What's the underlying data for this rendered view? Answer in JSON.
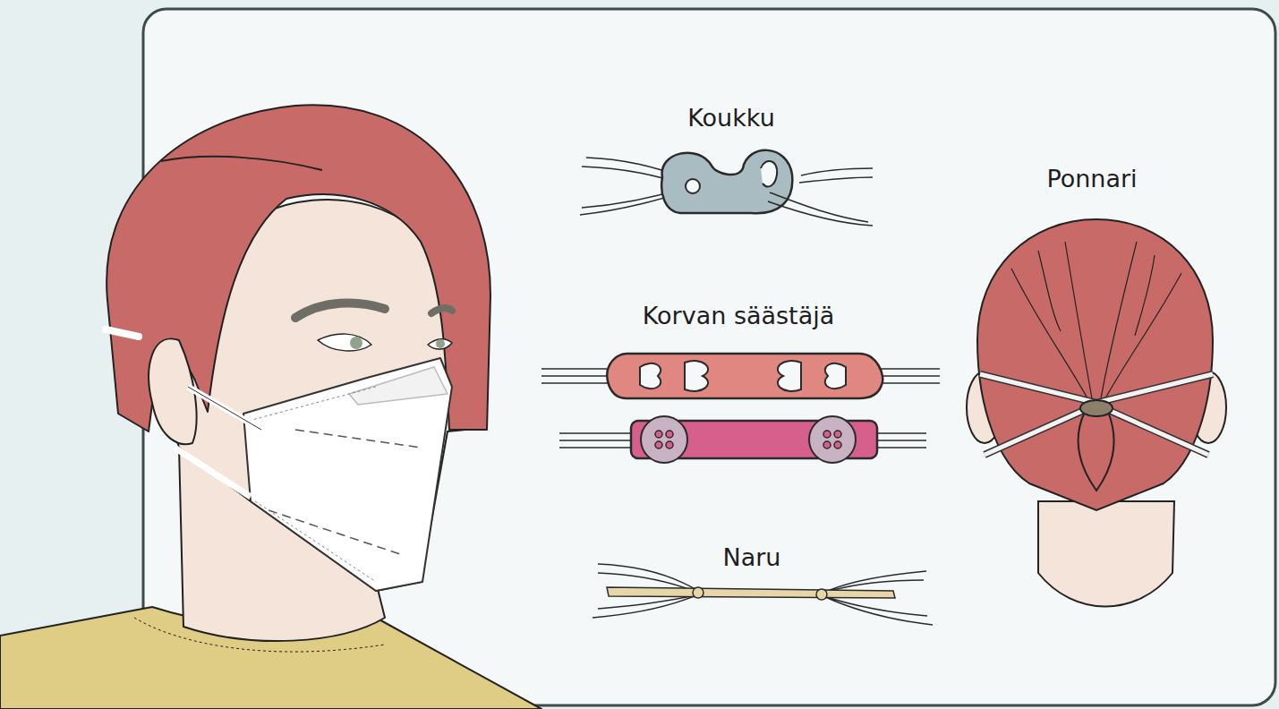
{
  "diagram": {
    "labels": [
      "Koukku",
      "Korvan säästäjä",
      "Naru",
      "Ponnari"
    ]
  }
}
